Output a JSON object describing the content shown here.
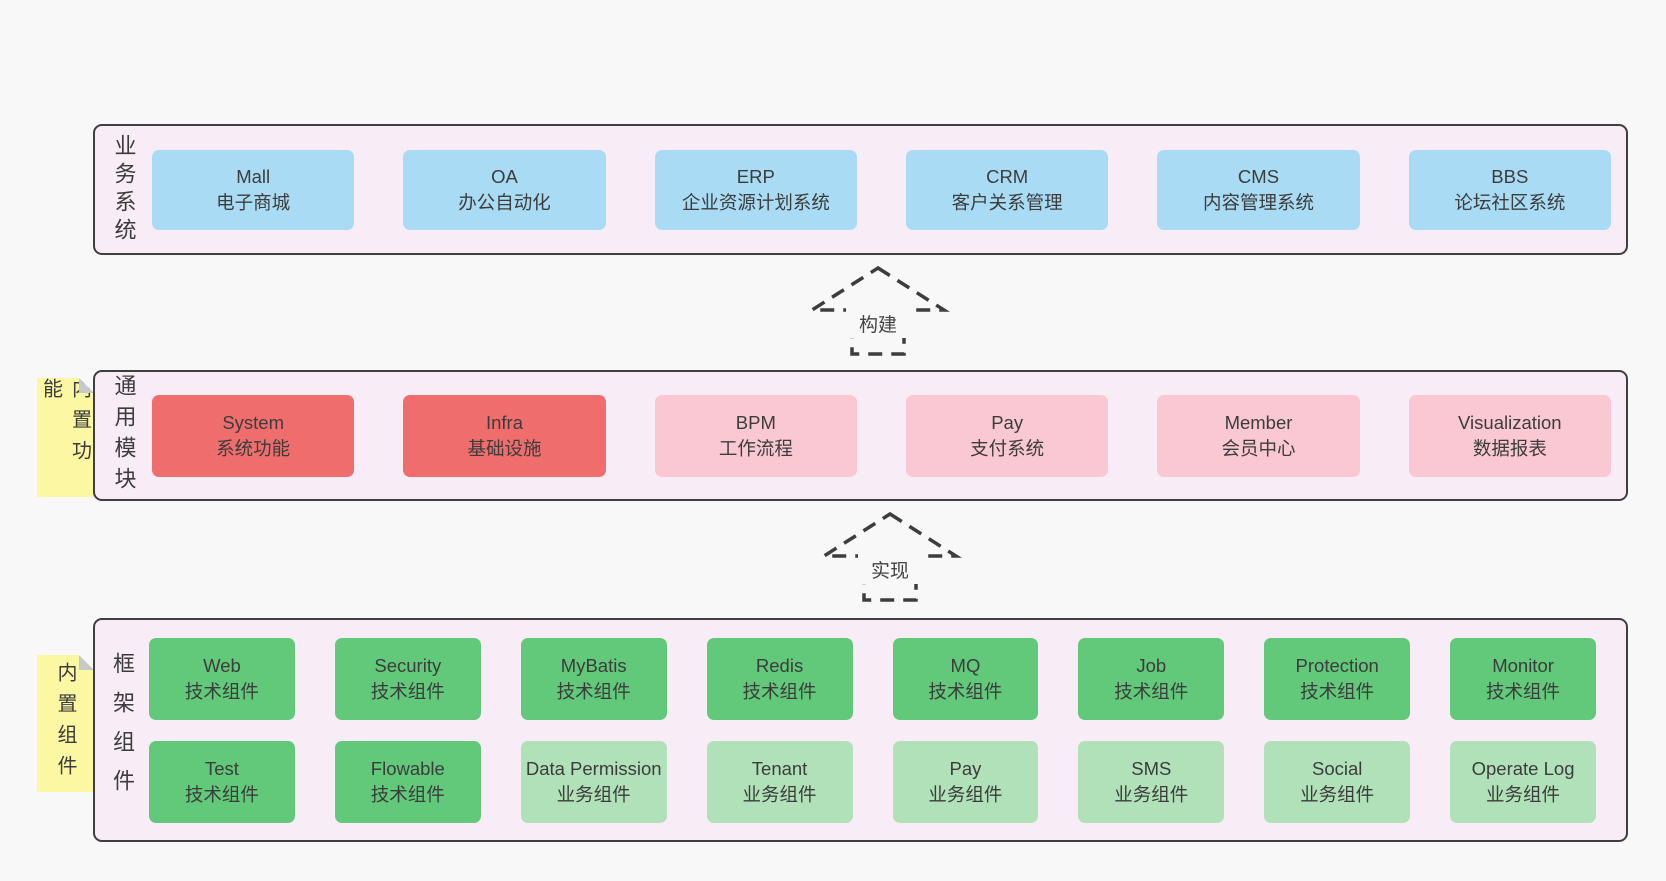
{
  "diagram": {
    "layers": {
      "business": {
        "label": "业务系统",
        "boxes": [
          {
            "name": "Mall",
            "desc": "电子商城"
          },
          {
            "name": "OA",
            "desc": "办公自动化"
          },
          {
            "name": "ERP",
            "desc": "企业资源计划系统"
          },
          {
            "name": "CRM",
            "desc": "客户关系管理"
          },
          {
            "name": "CMS",
            "desc": "内容管理系统"
          },
          {
            "name": "BBS",
            "desc": "论坛社区系统"
          }
        ]
      },
      "modules": {
        "label": "通用模块",
        "note": "内置功能",
        "boxes": [
          {
            "name": "System",
            "desc": "系统功能"
          },
          {
            "name": "Infra",
            "desc": "基础设施"
          },
          {
            "name": "BPM",
            "desc": "工作流程"
          },
          {
            "name": "Pay",
            "desc": "支付系统"
          },
          {
            "name": "Member",
            "desc": "会员中心"
          },
          {
            "name": "Visualization",
            "desc": "数据报表"
          }
        ]
      },
      "components": {
        "label": "框架组件",
        "note": "内置组件",
        "boxes": [
          {
            "name": "Web",
            "desc": "技术组件"
          },
          {
            "name": "Security",
            "desc": "技术组件"
          },
          {
            "name": "MyBatis",
            "desc": "技术组件"
          },
          {
            "name": "Redis",
            "desc": "技术组件"
          },
          {
            "name": "MQ",
            "desc": "技术组件"
          },
          {
            "name": "Job",
            "desc": "技术组件"
          },
          {
            "name": "Protection",
            "desc": "技术组件"
          },
          {
            "name": "Monitor",
            "desc": "技术组件"
          },
          {
            "name": "Test",
            "desc": "技术组件"
          },
          {
            "name": "Flowable",
            "desc": "技术组件"
          },
          {
            "name": "Data Permission",
            "desc": "业务组件"
          },
          {
            "name": "Tenant",
            "desc": "业务组件"
          },
          {
            "name": "Pay",
            "desc": "业务组件"
          },
          {
            "name": "SMS",
            "desc": "业务组件"
          },
          {
            "name": "Social",
            "desc": "业务组件"
          },
          {
            "name": "Operate Log",
            "desc": "业务组件"
          }
        ]
      }
    },
    "arrows": {
      "build": "构建",
      "implement": "实现"
    },
    "colors": {
      "page_bg": "#f8f8f8",
      "container_bg": "#f8edf6",
      "container_border": "#3f3f3f",
      "blue": "#a9dcf4",
      "red": "#f06d6d",
      "pink": "#f9c8d2",
      "green": "#62c87a",
      "light_green": "#b0e1b8",
      "note_yellow": "#fbf7a3",
      "note_fold_gray": "#c8c8c8"
    }
  }
}
